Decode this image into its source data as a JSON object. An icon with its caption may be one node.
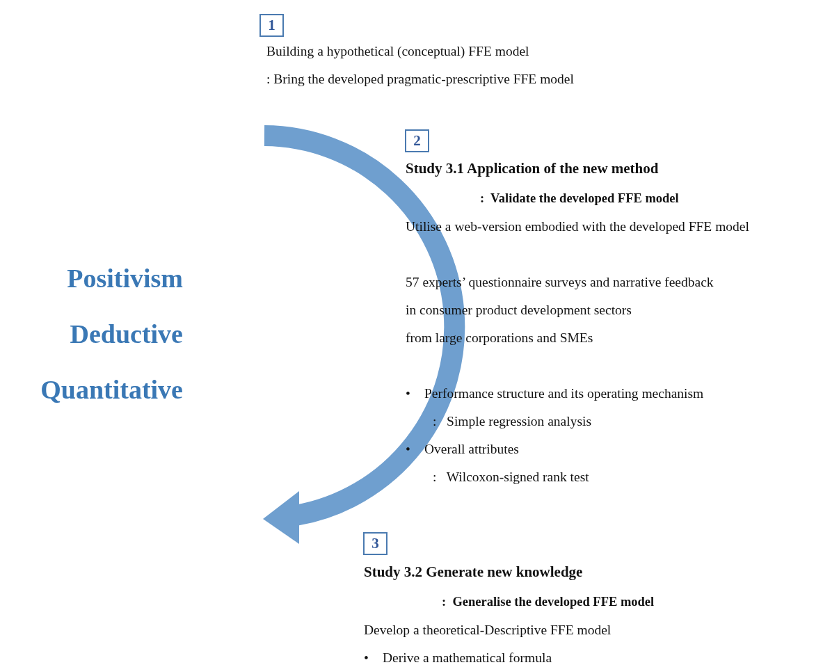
{
  "diagram": {
    "nodes": [
      {
        "text": [
          "1"
        ],
        "beside": [
          "Building a hypothetical (conceptual) FFE model"
        ]
      },
      {
        "text": [
          "2"
        ],
        "beside": [
          "Study 3.1 Application of the new method"
        ]
      },
      {
        "text": [
          "3"
        ],
        "beside": [
          "Study 3.2 Generate new knowledge"
        ]
      }
    ],
    "labels": [
      ": Bring the developed pragmatic-prescriptive FFE model",
      ":  Validate the developed FFE model",
      "Utilise a web-version embodied with the developed FFE model",
      "57 experts’ questionnaire surveys and narrative feedback",
      "in consumer product development sectors",
      "from large corporations and SMEs",
      "•",
      "Performance structure and its operating mechanism",
      ":   Simple regression analysis",
      "•",
      "Overall attributes",
      ":   Wilcoxon-signed rank test",
      ":  Generalise the developed FFE model",
      "Develop a theoretical-Descriptive FFE model",
      "•",
      "Derive a mathematical formula",
      "Positivism",
      "Deductive",
      "Quantitative"
    ]
  }
}
